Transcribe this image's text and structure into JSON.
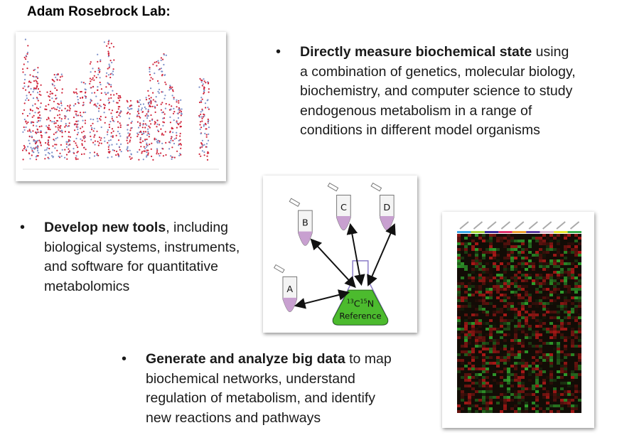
{
  "title": "Adam Rosebrock Lab:",
  "bullets": [
    {
      "bold": "Directly measure biochemical state",
      "lines": [
        " using",
        "a combination of genetics, molecular biology,",
        "biochemistry, and computer science to study",
        "endogenous metabolism in a range of",
        "conditions in different model organisms"
      ]
    },
    {
      "bold": "Develop new tools",
      "lines": [
        ", including",
        "biological systems, instruments,",
        "and software for quantitative",
        "metabolomics"
      ]
    },
    {
      "bold": "Generate and analyze big data",
      "lines": [
        " to map",
        "biochemical networks, understand",
        "regulation of metabolism, and identify",
        "new reactions and pathways"
      ]
    }
  ],
  "bullet_symbol": "•",
  "diagram": {
    "tubes": [
      "A",
      "B",
      "C",
      "D"
    ],
    "flask_isotopes": {
      "c": "13",
      "c_el": "C",
      "n": "15",
      "n_el": "N"
    },
    "flask_label": "Reference",
    "flask_color": "#4cbb2e"
  },
  "scatter": {
    "colors": [
      "#d0243a",
      "#7a8ec8"
    ]
  },
  "heatmap": {
    "header_colors": [
      "#3aa8e8",
      "#a6d23a",
      "#3a2a9a",
      "#e0306a",
      "#f0a030",
      "#5a3aa0",
      "#d8b8d0",
      "#e8e830",
      "#3ab050"
    ]
  }
}
